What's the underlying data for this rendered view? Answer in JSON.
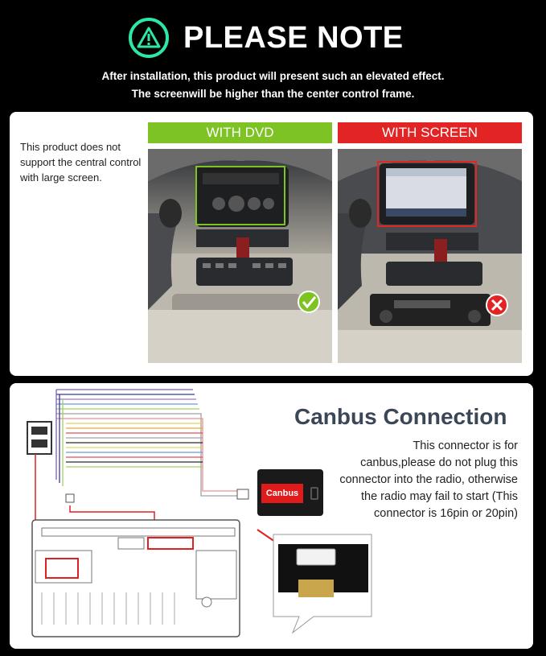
{
  "header": {
    "title": "PLEASE NOTE",
    "line1": "After installation, this product will present such an elevated effect.",
    "line2": "The screenwill be higher than the center control frame."
  },
  "compare": {
    "note": "This product does not support the central control with large screen.",
    "left_label": "WITH DVD",
    "right_label": "WITH SCREEN",
    "left_status_icon": "check-circle-icon",
    "right_status_icon": "x-circle-icon",
    "left_color": "#7cc323",
    "right_color": "#e22424"
  },
  "canbus": {
    "title": "Canbus Connection",
    "description": "This connector is for canbus,please do not plug this connector into the radio, otherwise the radio may fail to start (This connector is 16pin or 20pin)",
    "box_label": "Canbus"
  },
  "accent": "#2fe7a5"
}
